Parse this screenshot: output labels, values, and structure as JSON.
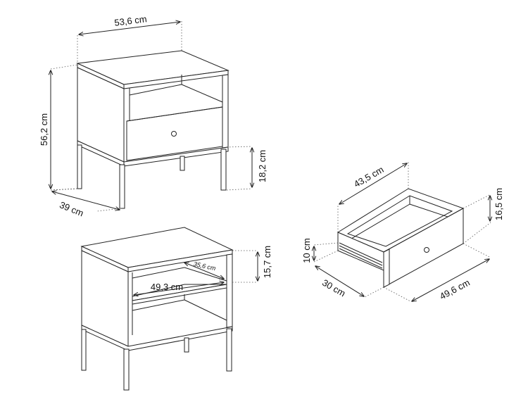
{
  "dimensions": {
    "width": "53,6 cm",
    "height": "56,2 cm",
    "depth": "39 cm",
    "leg_height": "18,2 cm",
    "shelf_height": "15,7 cm",
    "shelf_inner_width": "49,3 cm",
    "shelf_inner_depth": "35,6 cm",
    "drawer_inner_width": "43,5 cm",
    "drawer_height": "16,5 cm",
    "drawer_side_height": "10 cm",
    "drawer_depth": "30 cm",
    "drawer_front_width": "49,6 cm"
  }
}
